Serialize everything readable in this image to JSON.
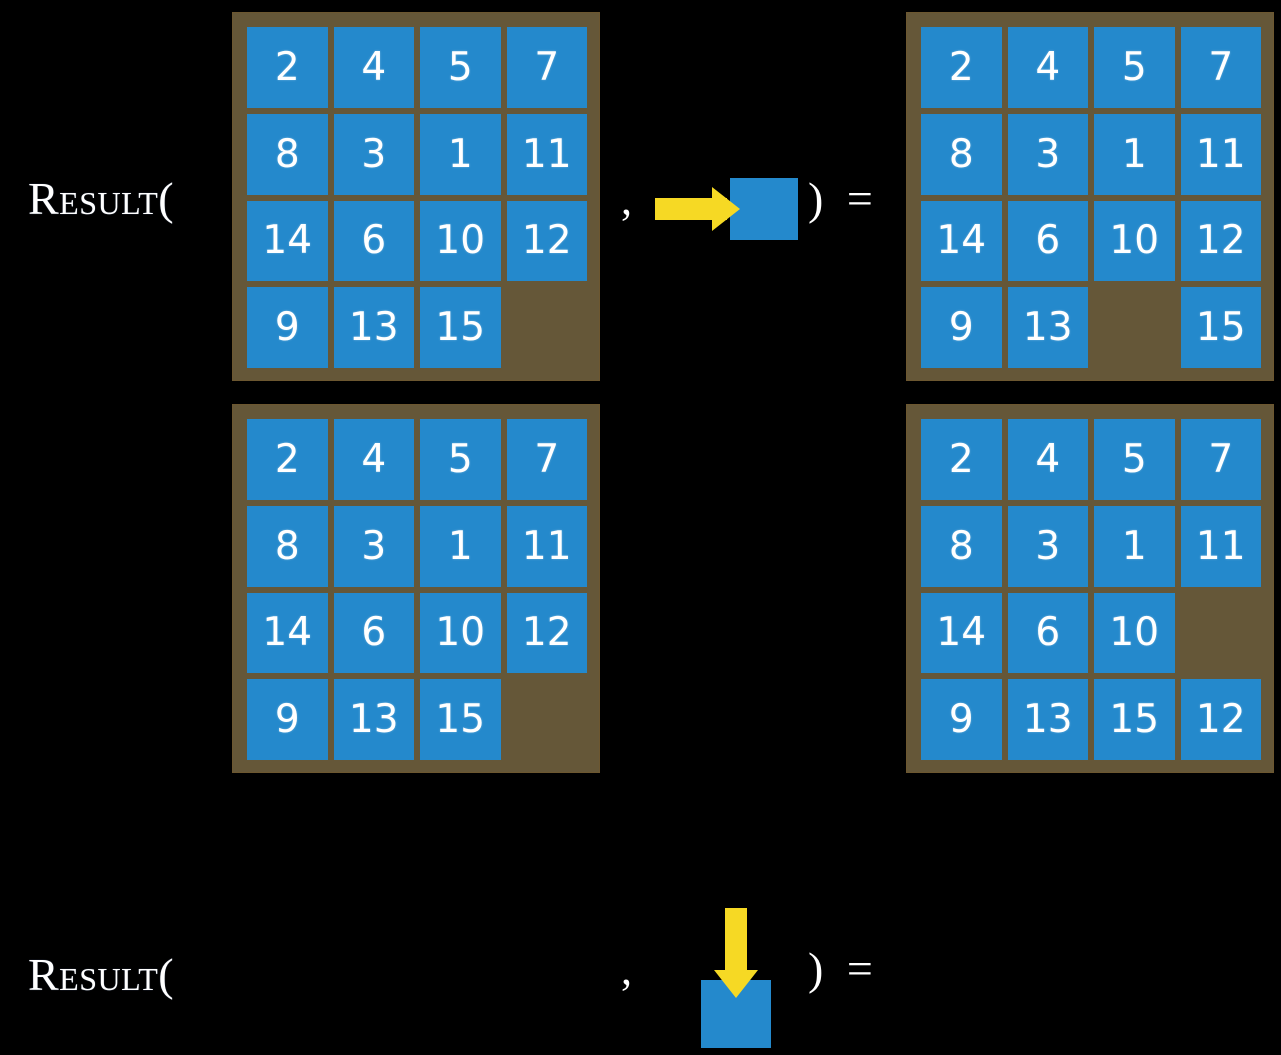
{
  "background_color": "#000000",
  "palette": {
    "tile_blue": "#2489cc",
    "board_brown": "#655738",
    "board_border": "#6c5730",
    "arrow_yellow": "#f6d924",
    "text_white": "#ffffff"
  },
  "equations": [
    {
      "id": "equation-move-right",
      "result_label": "Result(",
      "separator": ",",
      "closing": ") =",
      "move": {
        "icon": "arrow-right-icon",
        "direction": "right",
        "label": "move blank right"
      },
      "input_board": {
        "name": "input-board",
        "rows": [
          [
            "2",
            "4",
            "5",
            "7"
          ],
          [
            "8",
            "3",
            "1",
            "11"
          ],
          [
            "14",
            "6",
            "10",
            "12"
          ],
          [
            "9",
            "13",
            "15",
            ""
          ]
        ]
      },
      "output_board": {
        "name": "output-board",
        "rows": [
          [
            "2",
            "4",
            "5",
            "7"
          ],
          [
            "8",
            "3",
            "1",
            "11"
          ],
          [
            "14",
            "6",
            "10",
            "12"
          ],
          [
            "9",
            "13",
            "",
            "15"
          ]
        ]
      }
    },
    {
      "id": "equation-move-down",
      "result_label": "Result(",
      "separator": ",",
      "closing": ") =",
      "move": {
        "icon": "arrow-down-icon",
        "direction": "down",
        "label": "move blank down"
      },
      "input_board": {
        "name": "input-board",
        "rows": [
          [
            "2",
            "4",
            "5",
            "7"
          ],
          [
            "8",
            "3",
            "1",
            "11"
          ],
          [
            "14",
            "6",
            "10",
            "12"
          ],
          [
            "9",
            "13",
            "15",
            ""
          ]
        ]
      },
      "output_board": {
        "name": "output-board",
        "rows": [
          [
            "2",
            "4",
            "5",
            "7"
          ],
          [
            "8",
            "3",
            "1",
            "11"
          ],
          [
            "14",
            "6",
            "10",
            ""
          ],
          [
            "9",
            "13",
            "15",
            "12"
          ]
        ]
      }
    }
  ]
}
